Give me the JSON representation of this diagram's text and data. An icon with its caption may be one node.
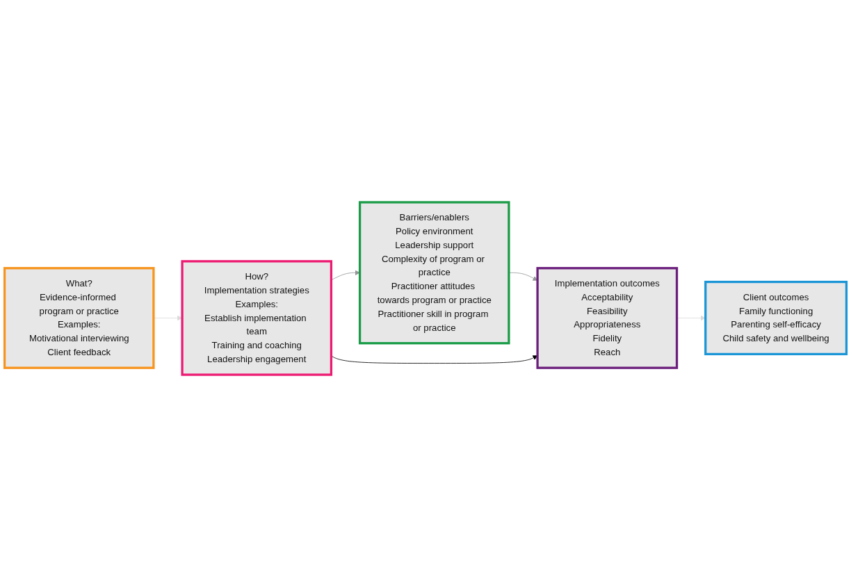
{
  "diagram": {
    "nodes": [
      {
        "text": [
          "What?",
          "Evidence-informed program or practice",
          "Examples:",
          "Motivational interviewing",
          "Client feedback"
        ]
      },
      {
        "text": [
          "How?",
          "Implementation strategies",
          "Examples:",
          "Establish implementation team",
          "Training and coaching",
          "Leadership engagement"
        ]
      },
      {
        "text": [
          "Barriers/enablers",
          "Policy environment",
          "Leadership support",
          "Complexity of program or practice",
          "Practitioner attitudes towards program or practice",
          "Practitioner skill in program or practice"
        ]
      },
      {
        "text": [
          "Implementation outcomes",
          "Acceptability",
          "Feasibility",
          "Appropriateness",
          "Fidelity",
          "Reach"
        ]
      },
      {
        "text": [
          "Client outcomes",
          "Family functioning",
          "Parenting self-efficacy",
          "Child safety and wellbeing"
        ]
      }
    ],
    "edges": [
      {
        "from": 0,
        "to": 1,
        "arrow": "to",
        "color": "#d9d9d9"
      },
      {
        "from": 1,
        "to": 2,
        "arrow": "to",
        "color": "#939598"
      },
      {
        "from": 2,
        "to": 3,
        "arrow": "to",
        "color": "#939598"
      },
      {
        "from": 1,
        "to": 3,
        "arrow": "to",
        "color": "#000000"
      },
      {
        "from": 3,
        "to": 4,
        "arrow": "to",
        "color": "#d9d9d9"
      }
    ]
  }
}
